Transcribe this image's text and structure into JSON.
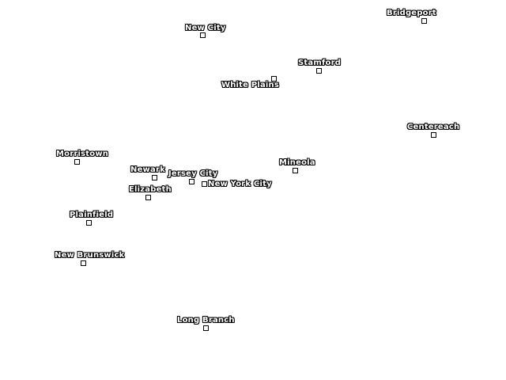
{
  "map": {
    "colors": {
      "background": "#ffffff",
      "label_fill": "#ffffff",
      "label_outline": "#000000",
      "marker_outline": "#000000"
    },
    "marker_symbol": "square",
    "cities": [
      {
        "name": "Bridgeport"
      },
      {
        "name": "New City"
      },
      {
        "name": "Stamford"
      },
      {
        "name": "White Plains"
      },
      {
        "name": "Centereach"
      },
      {
        "name": "Morristown"
      },
      {
        "name": "Mineola"
      },
      {
        "name": "Newark"
      },
      {
        "name": "Jersey City"
      },
      {
        "name": "New York City"
      },
      {
        "name": "Elizabeth"
      },
      {
        "name": "Plainfield"
      },
      {
        "name": "New Brunswick"
      },
      {
        "name": "Long Branch"
      }
    ]
  }
}
